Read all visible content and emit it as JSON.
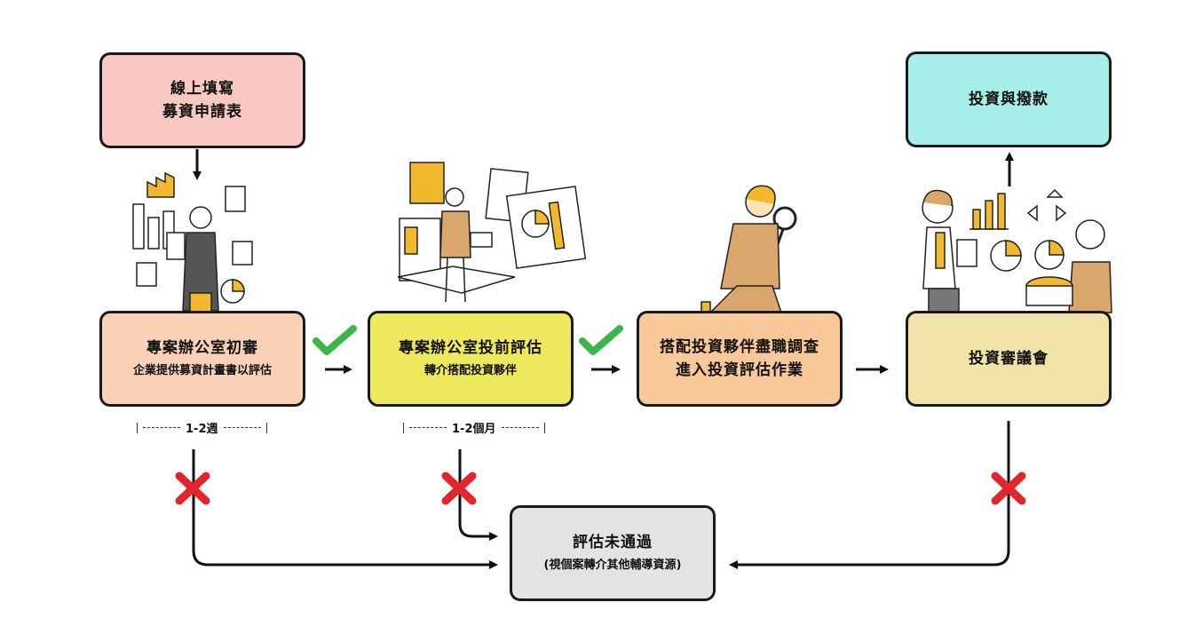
{
  "steps": {
    "apply": {
      "line1": "線上填寫",
      "line2": "募資申請表",
      "color": "#f8c9c2"
    },
    "initial_review": {
      "title": "專案辦公室初審",
      "subtitle": "企業提供募資計畫書以評估",
      "color": "#f9d1b7"
    },
    "pre_invest": {
      "title": "專案辦公室投前評估",
      "subtitle": "轉介搭配投資夥伴",
      "color": "#eee95c"
    },
    "due_diligence": {
      "line1": "搭配投資夥伴盡職調查",
      "line2": "進入投資評估作業",
      "color": "#f8c898"
    },
    "committee": {
      "title": "投資審議會",
      "color": "#f2e4a8"
    },
    "funding": {
      "title": "投資與撥款",
      "color": "#a5efe8"
    },
    "rejected": {
      "title": "評估未通過",
      "subtitle": "(視個案轉介其他輔導資源)",
      "color": "#e3e3e3"
    }
  },
  "durations": {
    "initial": "1-2週",
    "pre_invest": "1-2個月"
  },
  "colors": {
    "check": "#3cb54a",
    "cross": "#e3262e",
    "accent": "#f2b92f"
  },
  "icons": [
    "checkmark-icon",
    "cross-icon",
    "arrow-icon"
  ]
}
